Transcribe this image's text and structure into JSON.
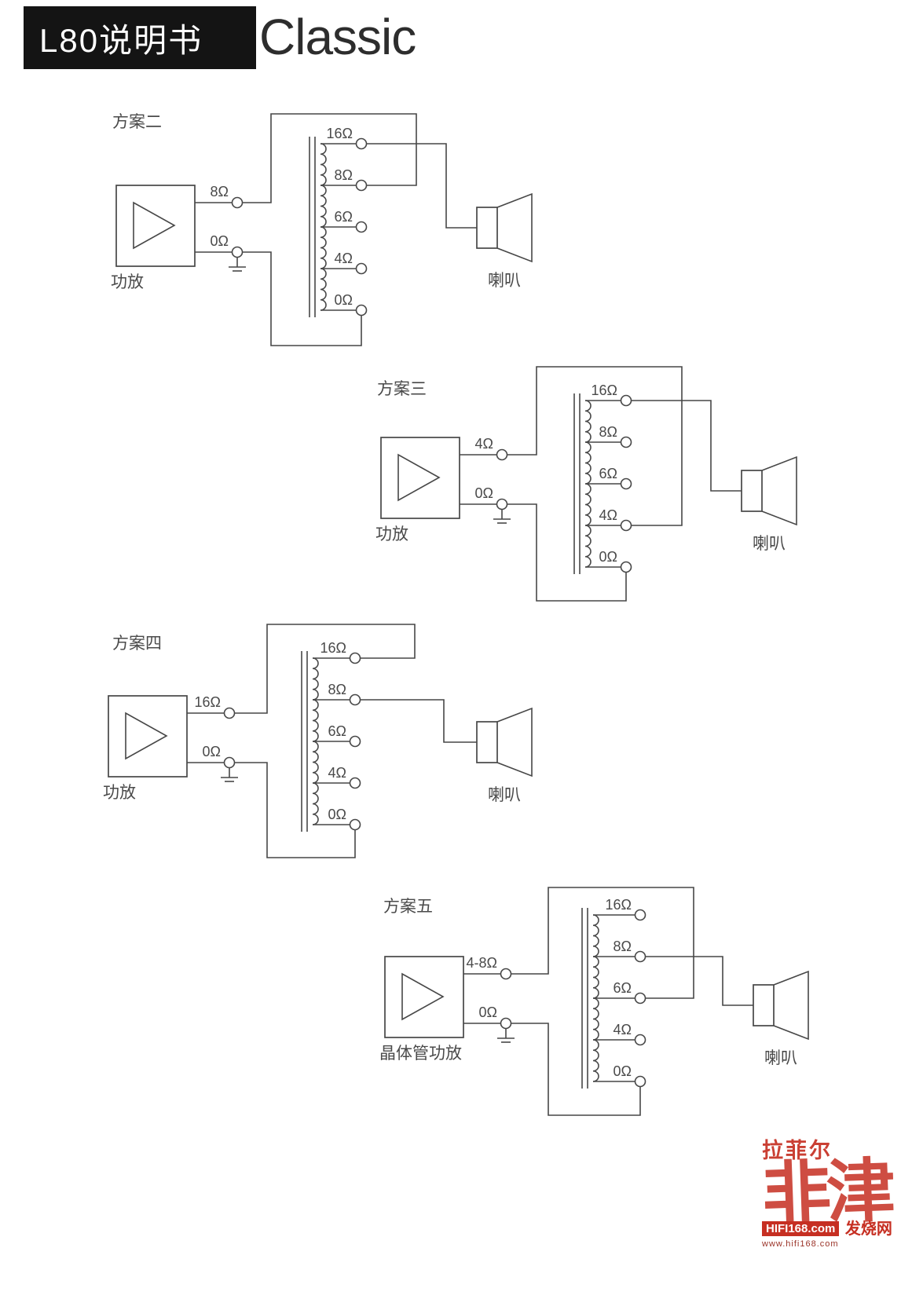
{
  "header": {
    "model_badge": "L80说明书",
    "brand": "Classic"
  },
  "diagram": {
    "tap_labels": [
      "16Ω",
      "8Ω",
      "6Ω",
      "4Ω",
      "0Ω"
    ],
    "schemes": [
      {
        "title": "方案二",
        "amp_label": "功放",
        "pos_terminal": "8Ω",
        "neg_terminal": "0Ω",
        "speaker_label": "喇叭",
        "amp_connects_to_tap": "8Ω",
        "speaker_connects_to_tap": "16Ω"
      },
      {
        "title": "方案三",
        "amp_label": "功放",
        "pos_terminal": "4Ω",
        "neg_terminal": "0Ω",
        "speaker_label": "喇叭",
        "amp_connects_to_tap": "4Ω",
        "speaker_connects_to_tap": "16Ω"
      },
      {
        "title": "方案四",
        "amp_label": "功放",
        "pos_terminal": "16Ω",
        "neg_terminal": "0Ω",
        "speaker_label": "喇叭",
        "amp_connects_to_tap": "16Ω",
        "speaker_connects_to_tap": "8Ω"
      },
      {
        "title": "方案五",
        "amp_label": "晶体管功放",
        "pos_terminal": "4-8Ω",
        "neg_terminal": "0Ω",
        "speaker_label": "喇叭",
        "amp_connects_to_tap": "6Ω",
        "speaker_connects_to_tap": "8Ω"
      }
    ]
  },
  "watermark": {
    "brand_stamp": "拉菲尔",
    "big_characters": "非津",
    "site_name": "HIFI168.com",
    "site_suffix": "发烧网",
    "site_url": "www.hifi168.com"
  }
}
